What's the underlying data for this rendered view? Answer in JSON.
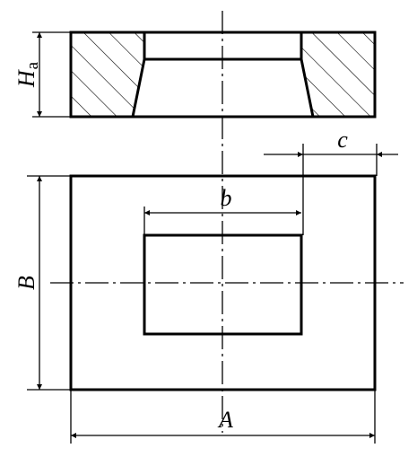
{
  "labels": {
    "height": "H",
    "height_subscript": "a",
    "width_outer": "A",
    "length_outer": "B",
    "width_inner": "b",
    "margin": "c"
  }
}
